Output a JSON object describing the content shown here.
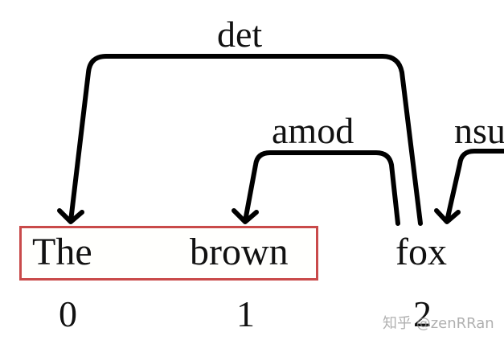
{
  "diagram": {
    "type": "dependency-parse",
    "tokens": [
      {
        "index": "0",
        "text": "The"
      },
      {
        "index": "1",
        "text": "brown"
      },
      {
        "index": "2",
        "text": "fox"
      }
    ],
    "arcs": [
      {
        "label": "det",
        "from": "fox",
        "to": "The"
      },
      {
        "label": "amod",
        "from": "fox",
        "to": "brown"
      },
      {
        "label": "nsu",
        "from": "(cut off, right)",
        "to": "fox"
      }
    ],
    "highlight": {
      "tokens": [
        "The",
        "brown"
      ],
      "color": "#c94a4a"
    },
    "watermark": "知乎 @zenRRan"
  }
}
